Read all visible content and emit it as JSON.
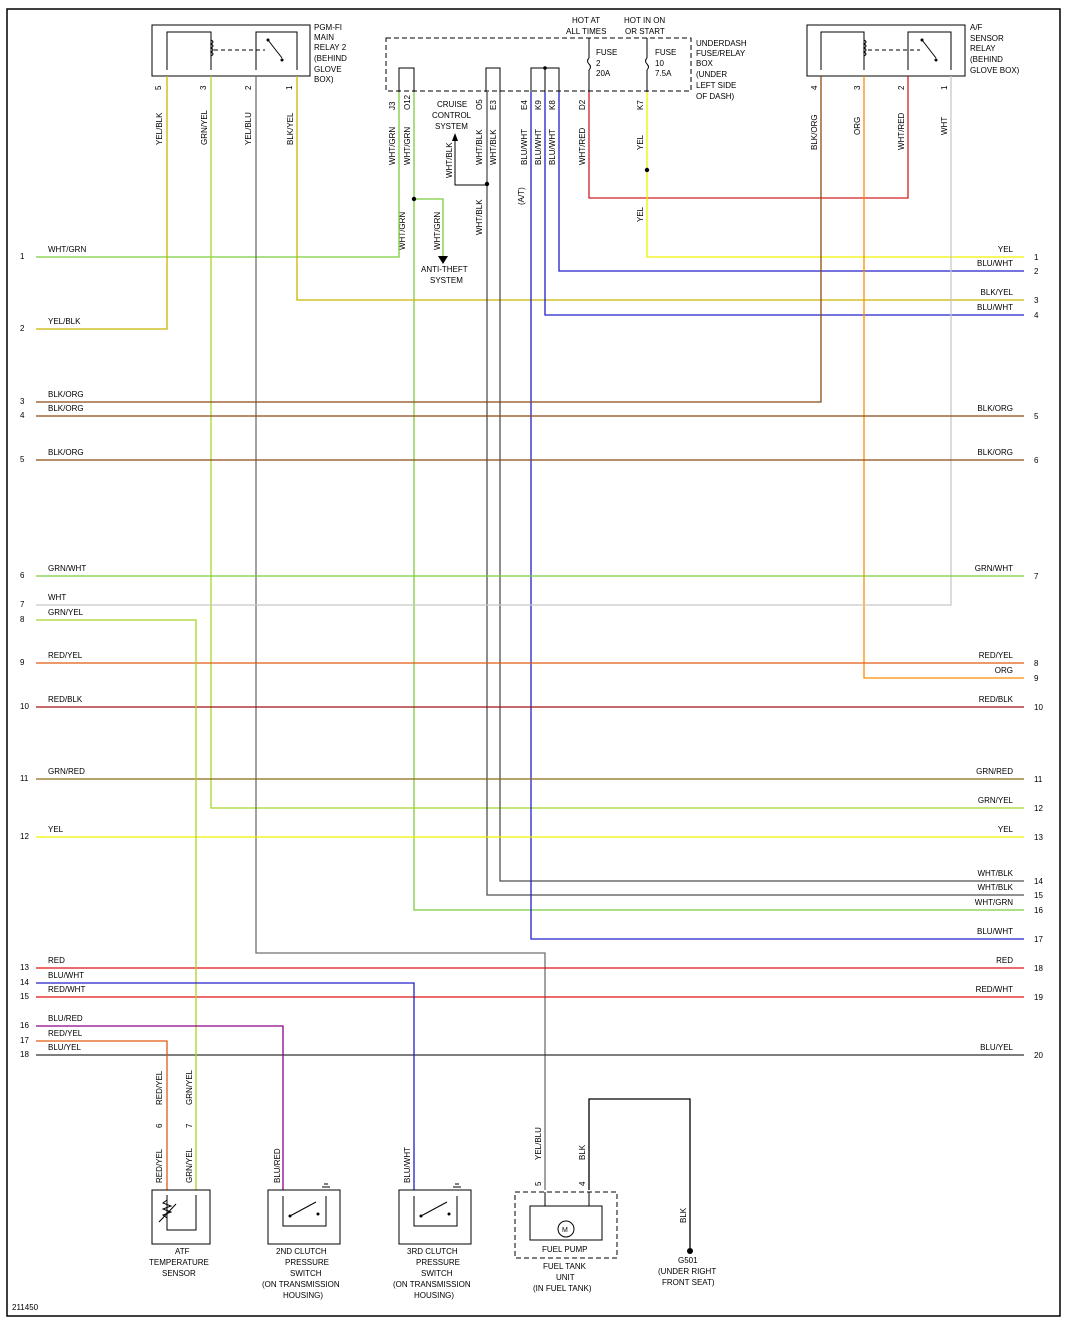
{
  "colors": {
    "WHT/GRN": "#7ccc3c",
    "YEL/BLK": "#c8b400",
    "BLK/ORG": "#8a4a14",
    "GRN/WHT": "#7ccc3c",
    "WHT": "#c8c8c8",
    "GRN/YEL": "#a8d428",
    "RED/YEL": "#e25a10",
    "RED/BLK": "#a01010",
    "GRN/RED": "#8a6a10",
    "YEL": "#f0f000",
    "RED": "#e01010",
    "BLU/WHT": "#2020c8",
    "RED/WHT": "#e01010",
    "BLU/RED": "#8a008a",
    "BLU/YEL": "#303030",
    "BLK/YEL": "#c8b400",
    "WHT/BLK": "#505050",
    "YEL/BLU": "#707070",
    "ORG": "#ff8c00",
    "WHT/RED": "#d02020",
    "BLK": "#000000"
  },
  "components": {
    "relay2": [
      "PGM-FI",
      "MAIN",
      "RELAY 2",
      "(BEHIND",
      "GLOVE",
      "BOX)"
    ],
    "relay2_pins": [
      "5",
      "3",
      "2",
      "1"
    ],
    "relay2_wires": [
      "YEL/BLK",
      "GRN/YEL",
      "YEL/BLU",
      "BLK/YEL"
    ],
    "fusebox_hot1": [
      "HOT AT",
      "ALL TIMES"
    ],
    "fusebox_hot2": [
      "HOT IN ON",
      "OR START"
    ],
    "fuse2": [
      "FUSE",
      "2",
      "20A"
    ],
    "fuse10": [
      "FUSE",
      "10",
      "7.5A"
    ],
    "fusebox": [
      "UNDERDASH",
      "FUSE/RELAY",
      "BOX",
      "(UNDER",
      "LEFT SIDE",
      "OF DASH)"
    ],
    "fusebox_pins": [
      "J3",
      "O12",
      "O5",
      "E3",
      "E4",
      "K9",
      "K8",
      "D2",
      "K7"
    ],
    "fusebox_wires": [
      "WHT/GRN",
      "WHT/GRN",
      "WHT/BLK",
      "WHT/BLK",
      "BLU/WHT",
      "BLU/WHT",
      "BLU/WHT",
      "WHT/RED",
      "YEL"
    ],
    "cruise": [
      "CRUISE",
      "CONTROL",
      "SYSTEM"
    ],
    "cruise_wire": "WHT/BLK",
    "antitheft": [
      "ANTI-THEFT",
      "SYSTEM"
    ],
    "antitheft_wire": "WHT/GRN",
    "wire_whtblk_mid": "WHT/BLK",
    "wire_at": "(A/T)",
    "wire_yel_mid": "YEL",
    "af_relay": [
      "A/F",
      "SENSOR",
      "RELAY",
      "(BEHIND",
      "GLOVE BOX)"
    ],
    "af_pins": [
      "4",
      "3",
      "2",
      "1"
    ],
    "af_wires": [
      "BLK/ORG",
      "ORG",
      "WHT/RED",
      "WHT"
    ],
    "atf": [
      "ATF",
      "TEMPERATURE",
      "SENSOR"
    ],
    "atf_pins": [
      "6",
      "7"
    ],
    "atf_wires": [
      "RED/YEL",
      "GRN/YEL"
    ],
    "clutch2": [
      "2ND CLUTCH",
      "PRESSURE",
      "SWITCH",
      "(ON TRANSMISSION",
      "HOUSING)"
    ],
    "clutch2_wire": "BLU/RED",
    "clutch3": [
      "3RD CLUTCH",
      "PRESSURE",
      "SWITCH",
      "(ON TRANSMISSION",
      "HOUSING)"
    ],
    "clutch3_wire": "BLU/WHT",
    "fuelpump": [
      "FUEL PUMP"
    ],
    "fuelpump_motor": "M",
    "fueltank": [
      "FUEL TANK",
      "UNIT",
      "(IN FUEL TANK)"
    ],
    "fuelpump_pins": [
      "5",
      "4"
    ],
    "fuelpump_wires": [
      "YEL/BLU",
      "BLK"
    ],
    "ground": [
      "G501",
      "(UNDER RIGHT",
      "FRONT SEAT)"
    ],
    "ground_wire": "BLK"
  },
  "left_connector": [
    {
      "pin": "1",
      "wire": "WHT/GRN"
    },
    {
      "pin": "2",
      "wire": "YEL/BLK"
    },
    {
      "pin": "3",
      "wire": "BLK/ORG"
    },
    {
      "pin": "4",
      "wire": "BLK/ORG"
    },
    {
      "pin": "5",
      "wire": "BLK/ORG"
    },
    {
      "pin": "6",
      "wire": "GRN/WHT"
    },
    {
      "pin": "7",
      "wire": "WHT"
    },
    {
      "pin": "8",
      "wire": "GRN/YEL"
    },
    {
      "pin": "9",
      "wire": "RED/YEL"
    },
    {
      "pin": "10",
      "wire": "RED/BLK"
    },
    {
      "pin": "11",
      "wire": "GRN/RED"
    },
    {
      "pin": "12",
      "wire": "YEL"
    },
    {
      "pin": "13",
      "wire": "RED"
    },
    {
      "pin": "14",
      "wire": "BLU/WHT"
    },
    {
      "pin": "15",
      "wire": "RED/WHT"
    },
    {
      "pin": "16",
      "wire": "BLU/RED"
    },
    {
      "pin": "17",
      "wire": "RED/YEL"
    },
    {
      "pin": "18",
      "wire": "BLU/YEL"
    }
  ],
  "right_connector": [
    {
      "pin": "1",
      "wire": "YEL"
    },
    {
      "pin": "2",
      "wire": "BLU/WHT"
    },
    {
      "pin": "3",
      "wire": "BLK/YEL"
    },
    {
      "pin": "4",
      "wire": "BLU/WHT"
    },
    {
      "pin": "5",
      "wire": "BLK/ORG"
    },
    {
      "pin": "6",
      "wire": "BLK/ORG"
    },
    {
      "pin": "7",
      "wire": "GRN/WHT"
    },
    {
      "pin": "8",
      "wire": "RED/YEL"
    },
    {
      "pin": "9",
      "wire": "ORG"
    },
    {
      "pin": "10",
      "wire": "RED/BLK"
    },
    {
      "pin": "11",
      "wire": "GRN/RED"
    },
    {
      "pin": "12",
      "wire": "GRN/YEL"
    },
    {
      "pin": "13",
      "wire": "YEL"
    },
    {
      "pin": "14",
      "wire": "WHT/BLK"
    },
    {
      "pin": "15",
      "wire": "WHT/BLK"
    },
    {
      "pin": "16",
      "wire": "WHT/GRN"
    },
    {
      "pin": "17",
      "wire": "BLU/WHT"
    },
    {
      "pin": "18",
      "wire": "RED"
    },
    {
      "pin": "19",
      "wire": "RED/WHT"
    },
    {
      "pin": "20",
      "wire": "BLU/YEL"
    }
  ],
  "figure_id": "211450"
}
